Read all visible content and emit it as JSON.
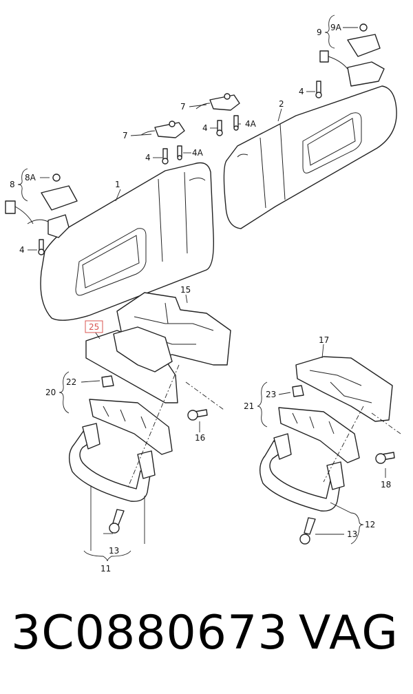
{
  "labels": {
    "l1": "1",
    "l2": "2",
    "l4a": "4",
    "l4b": "4",
    "l4c": "4",
    "l4d": "4",
    "l4A1": "4A",
    "l4A2": "4A",
    "l7a": "7",
    "l7b": "7",
    "l8": "8",
    "l8A": "8A",
    "l9": "9",
    "l9A": "9A",
    "l11": "11",
    "l12": "12",
    "l13a": "13",
    "l13b": "13",
    "l15": "15",
    "l16": "16",
    "l17": "17",
    "l18": "18",
    "l20": "20",
    "l21": "21",
    "l22": "22",
    "l23": "23",
    "l25": "25"
  },
  "footer": {
    "part_number": "3C0880673",
    "brand": "VAG"
  },
  "colors": {
    "highlight": "#d9534f",
    "line": "#222222"
  }
}
